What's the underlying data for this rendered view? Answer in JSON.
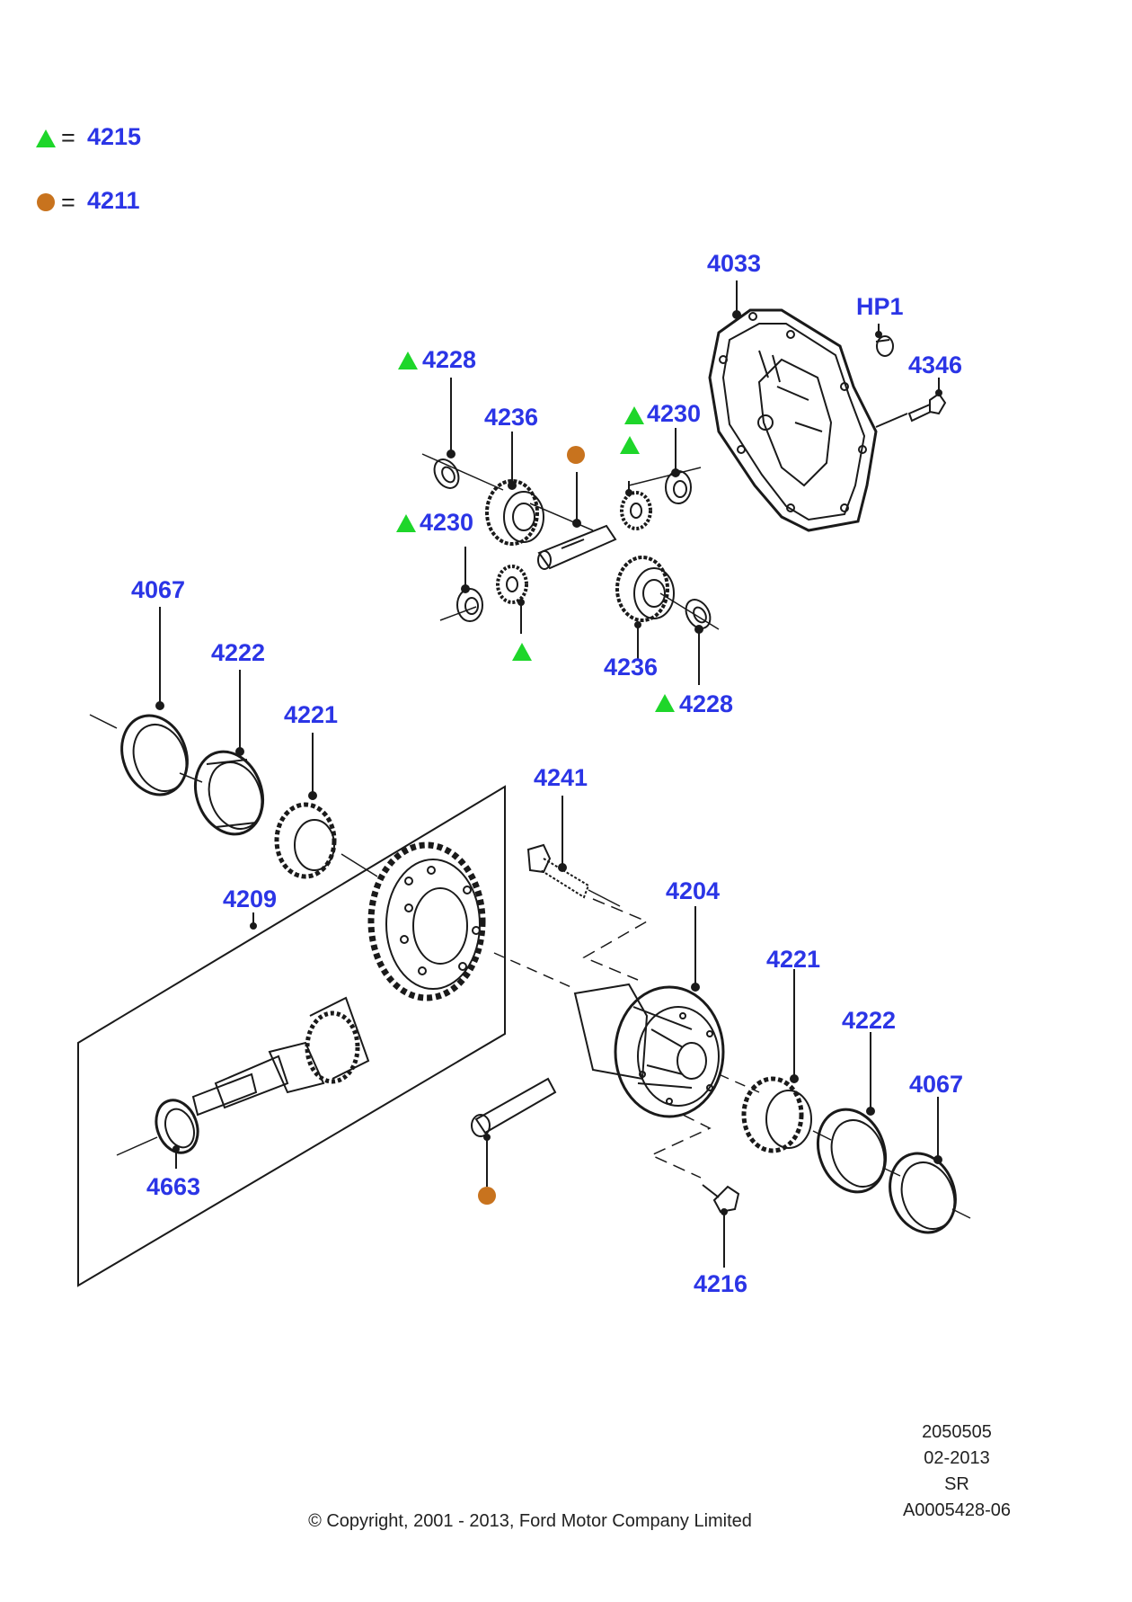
{
  "legend": {
    "items": [
      {
        "symbol": "triangle",
        "equals": "=",
        "value": "4215"
      },
      {
        "symbol": "circle",
        "equals": "=",
        "value": "4211"
      }
    ]
  },
  "colors": {
    "label": "#2b35e6",
    "triangle": "#1ed62a",
    "circle": "#c8731e",
    "line": "#1a1a1a"
  },
  "callouts": {
    "c4033": "4033",
    "cHP1": "HP1",
    "c4346": "4346",
    "c4228a": "4228",
    "c4236a": "4236",
    "c4230a": "4230",
    "c4230b": "4230",
    "c4236b": "4236",
    "c4228b": "4228",
    "c4067a": "4067",
    "c4222a": "4222",
    "c4221a": "4221",
    "c4209": "4209",
    "c4241": "4241",
    "c4204": "4204",
    "c4221b": "4221",
    "c4222b": "4222",
    "c4067b": "4067",
    "c4663": "4663",
    "c4216": "4216"
  },
  "footer": {
    "line1": "2050505",
    "line2": "02-2013",
    "line3": "SR",
    "line4": "A0005428-06",
    "copyright": "© Copyright, 2001 - 2013, Ford Motor Company Limited"
  }
}
